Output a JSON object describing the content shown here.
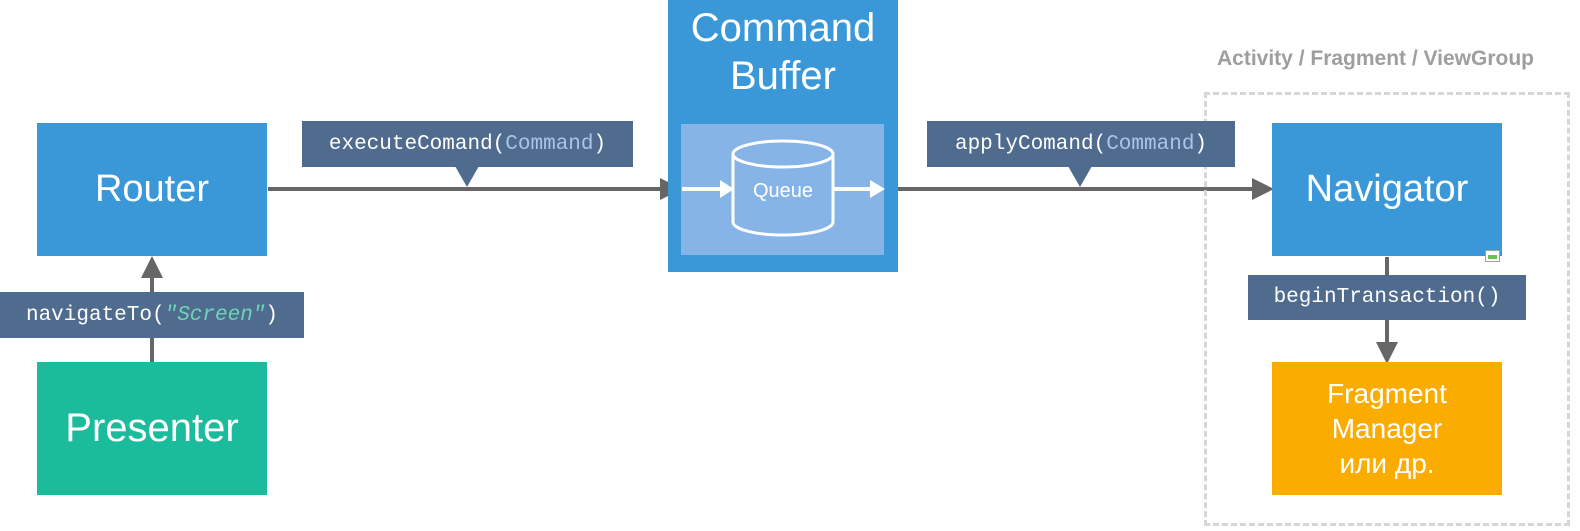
{
  "nodes": {
    "router": "Router",
    "presenter": "Presenter",
    "command_buffer_line1": "Command",
    "command_buffer_line2": "Buffer",
    "queue": "Queue",
    "navigator": "Navigator",
    "fragment_manager_line1": "Fragment",
    "fragment_manager_line2": "Manager",
    "fragment_manager_line3": "или др."
  },
  "group": {
    "label": "Activity / Fragment / ViewGroup"
  },
  "callouts": {
    "execute": {
      "method": "executeComand(",
      "arg": "Command",
      "close": ")"
    },
    "apply": {
      "method": "applyComand(",
      "arg": "Command",
      "close": ")"
    },
    "navigate": {
      "method": "navigateTo(",
      "arg": "\"Screen\"",
      "close": ")"
    },
    "begin": {
      "method": "beginTransaction()"
    }
  },
  "colors": {
    "primary_blue": "#3a97d8",
    "presenter_teal": "#1bbc9b",
    "fragment_orange": "#fbac00",
    "callout_bg": "#4f6c8f",
    "queue_panel": "#86b4e6",
    "connector": "#666666",
    "group_border": "#d6d6d6"
  }
}
